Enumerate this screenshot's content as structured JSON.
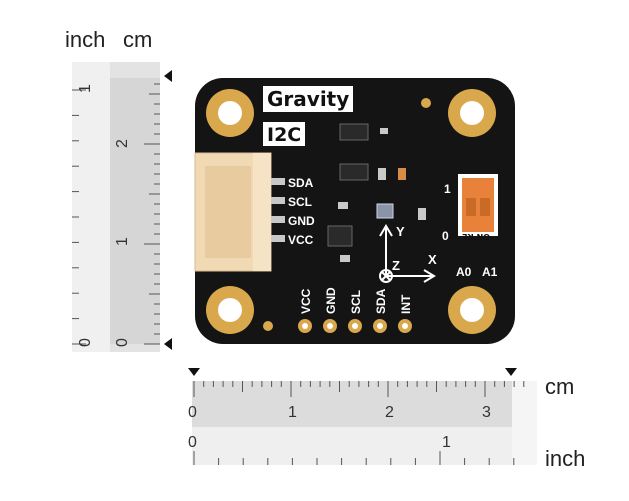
{
  "units": {
    "left_inch": "inch",
    "left_cm": "cm",
    "bottom_cm": "cm",
    "bottom_inch": "inch"
  },
  "left_ruler": {
    "inch_ticks": [
      "1",
      "0"
    ],
    "cm_ticks": [
      "2",
      "1",
      "0"
    ]
  },
  "bottom_ruler": {
    "cm_ticks": [
      "0",
      "1",
      "2",
      "3"
    ],
    "inch_ticks": [
      "0",
      "1"
    ]
  },
  "board": {
    "logo": "Gravity",
    "interface": "I2C",
    "connector_pins": [
      "SDA",
      "SCL",
      "GND",
      "VCC"
    ],
    "header_pins": [
      "VCC",
      "GND",
      "SCL",
      "SDA",
      "INT"
    ],
    "axes": {
      "y": "Y",
      "z": "Z",
      "x": "X"
    },
    "switch_labels": {
      "one": "1",
      "zero": "0",
      "addr0": "A0",
      "addr1": "A1",
      "on": "ON KE"
    },
    "colors": {
      "pcb": "#141414",
      "gold": "#d9a84c",
      "connector": "#f1d9b4",
      "switch": "#e8823a"
    }
  }
}
